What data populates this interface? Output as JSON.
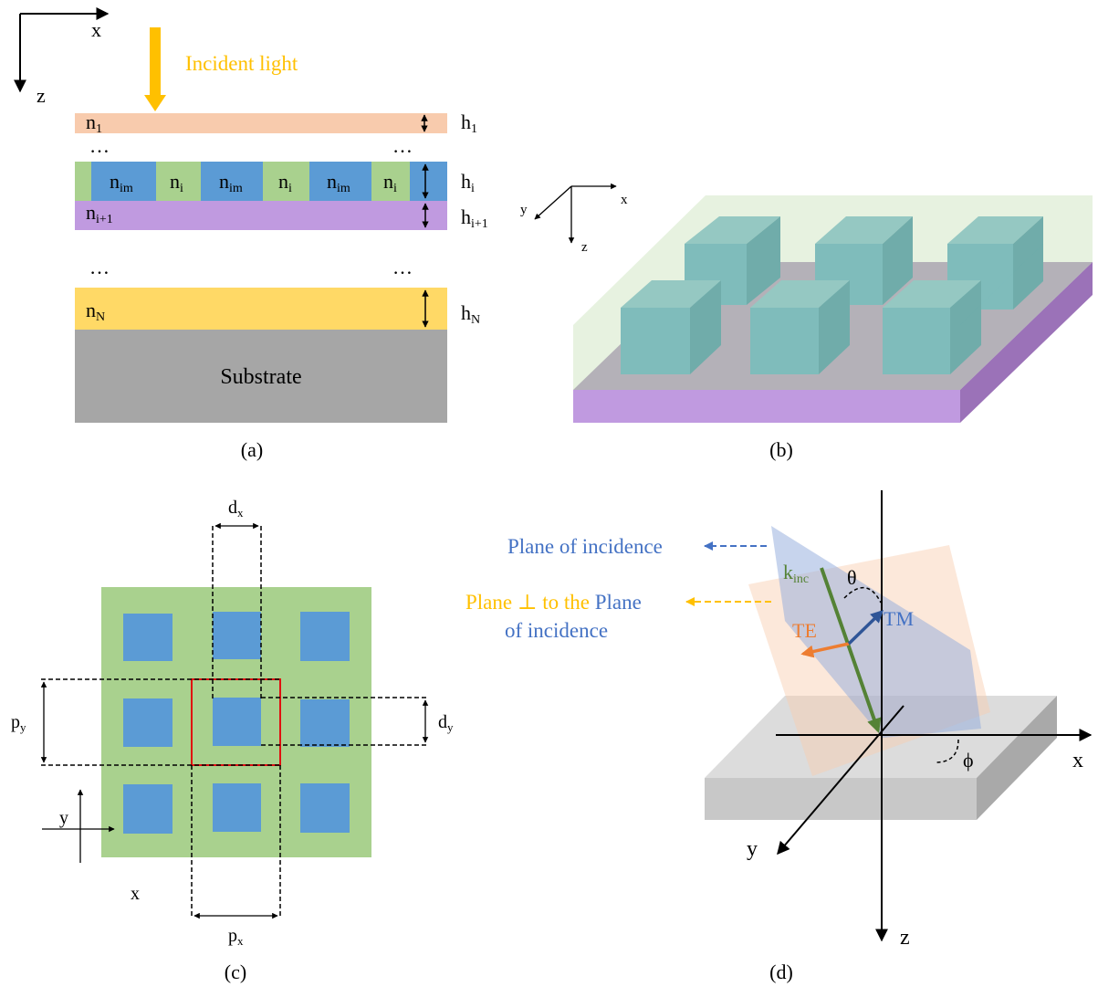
{
  "panel_a": {
    "axis_x": "x",
    "axis_z": "z",
    "incident_label": "Incident light",
    "n1": "n",
    "n1_sub": "1",
    "h1": "h",
    "h1_sub": "1",
    "dots_left_1": "…",
    "dots_right_1": "…",
    "nim": "n",
    "nim_sub": "im",
    "ni": "n",
    "ni_sub": "i",
    "hi": "h",
    "hi_sub": "i",
    "ni1": "n",
    "ni1_sub": "i+1",
    "hi1": "h",
    "hi1_sub": "i+1",
    "dots_left_2": "…",
    "dots_right_2": "…",
    "nN": "n",
    "nN_sub": "N",
    "hN": "h",
    "hN_sub": "N",
    "substrate": "Substrate",
    "caption": "(a)"
  },
  "panel_b": {
    "axis_x": "x",
    "axis_y": "y",
    "axis_z": "z",
    "caption": "(b)"
  },
  "panel_c": {
    "dx": "d",
    "dx_sub": "x",
    "dy": "d",
    "dy_sub": "y",
    "py": "p",
    "py_sub": "y",
    "px": "p",
    "px_sub": "x",
    "axis_x": "x",
    "axis_y": "y",
    "caption": "(c)"
  },
  "panel_d": {
    "plane_incidence": "Plane of incidence",
    "plane_perp_1": "Plane ⊥ to the ",
    "plane_perp_2": "Plane",
    "plane_perp_3": "of incidence",
    "k": "k",
    "k_sub": "inc",
    "theta": "θ",
    "phi": "ϕ",
    "te": "TE",
    "tm": "TM",
    "axis_x": "x",
    "axis_y": "y",
    "axis_z": "z",
    "caption": "(d)"
  },
  "colors": {
    "peach": "#f8cbad",
    "green": "#a9d18e",
    "blue": "#5b9bd5",
    "purple": "#c09ae0",
    "yellow": "#ffd966",
    "gray": "#a6a6a6",
    "orange_arrow": "#ffc000",
    "k_green": "#548235",
    "te_orange": "#ed7d31",
    "tm_blue": "#2f5597",
    "unit_cell_red": "#e01010"
  }
}
